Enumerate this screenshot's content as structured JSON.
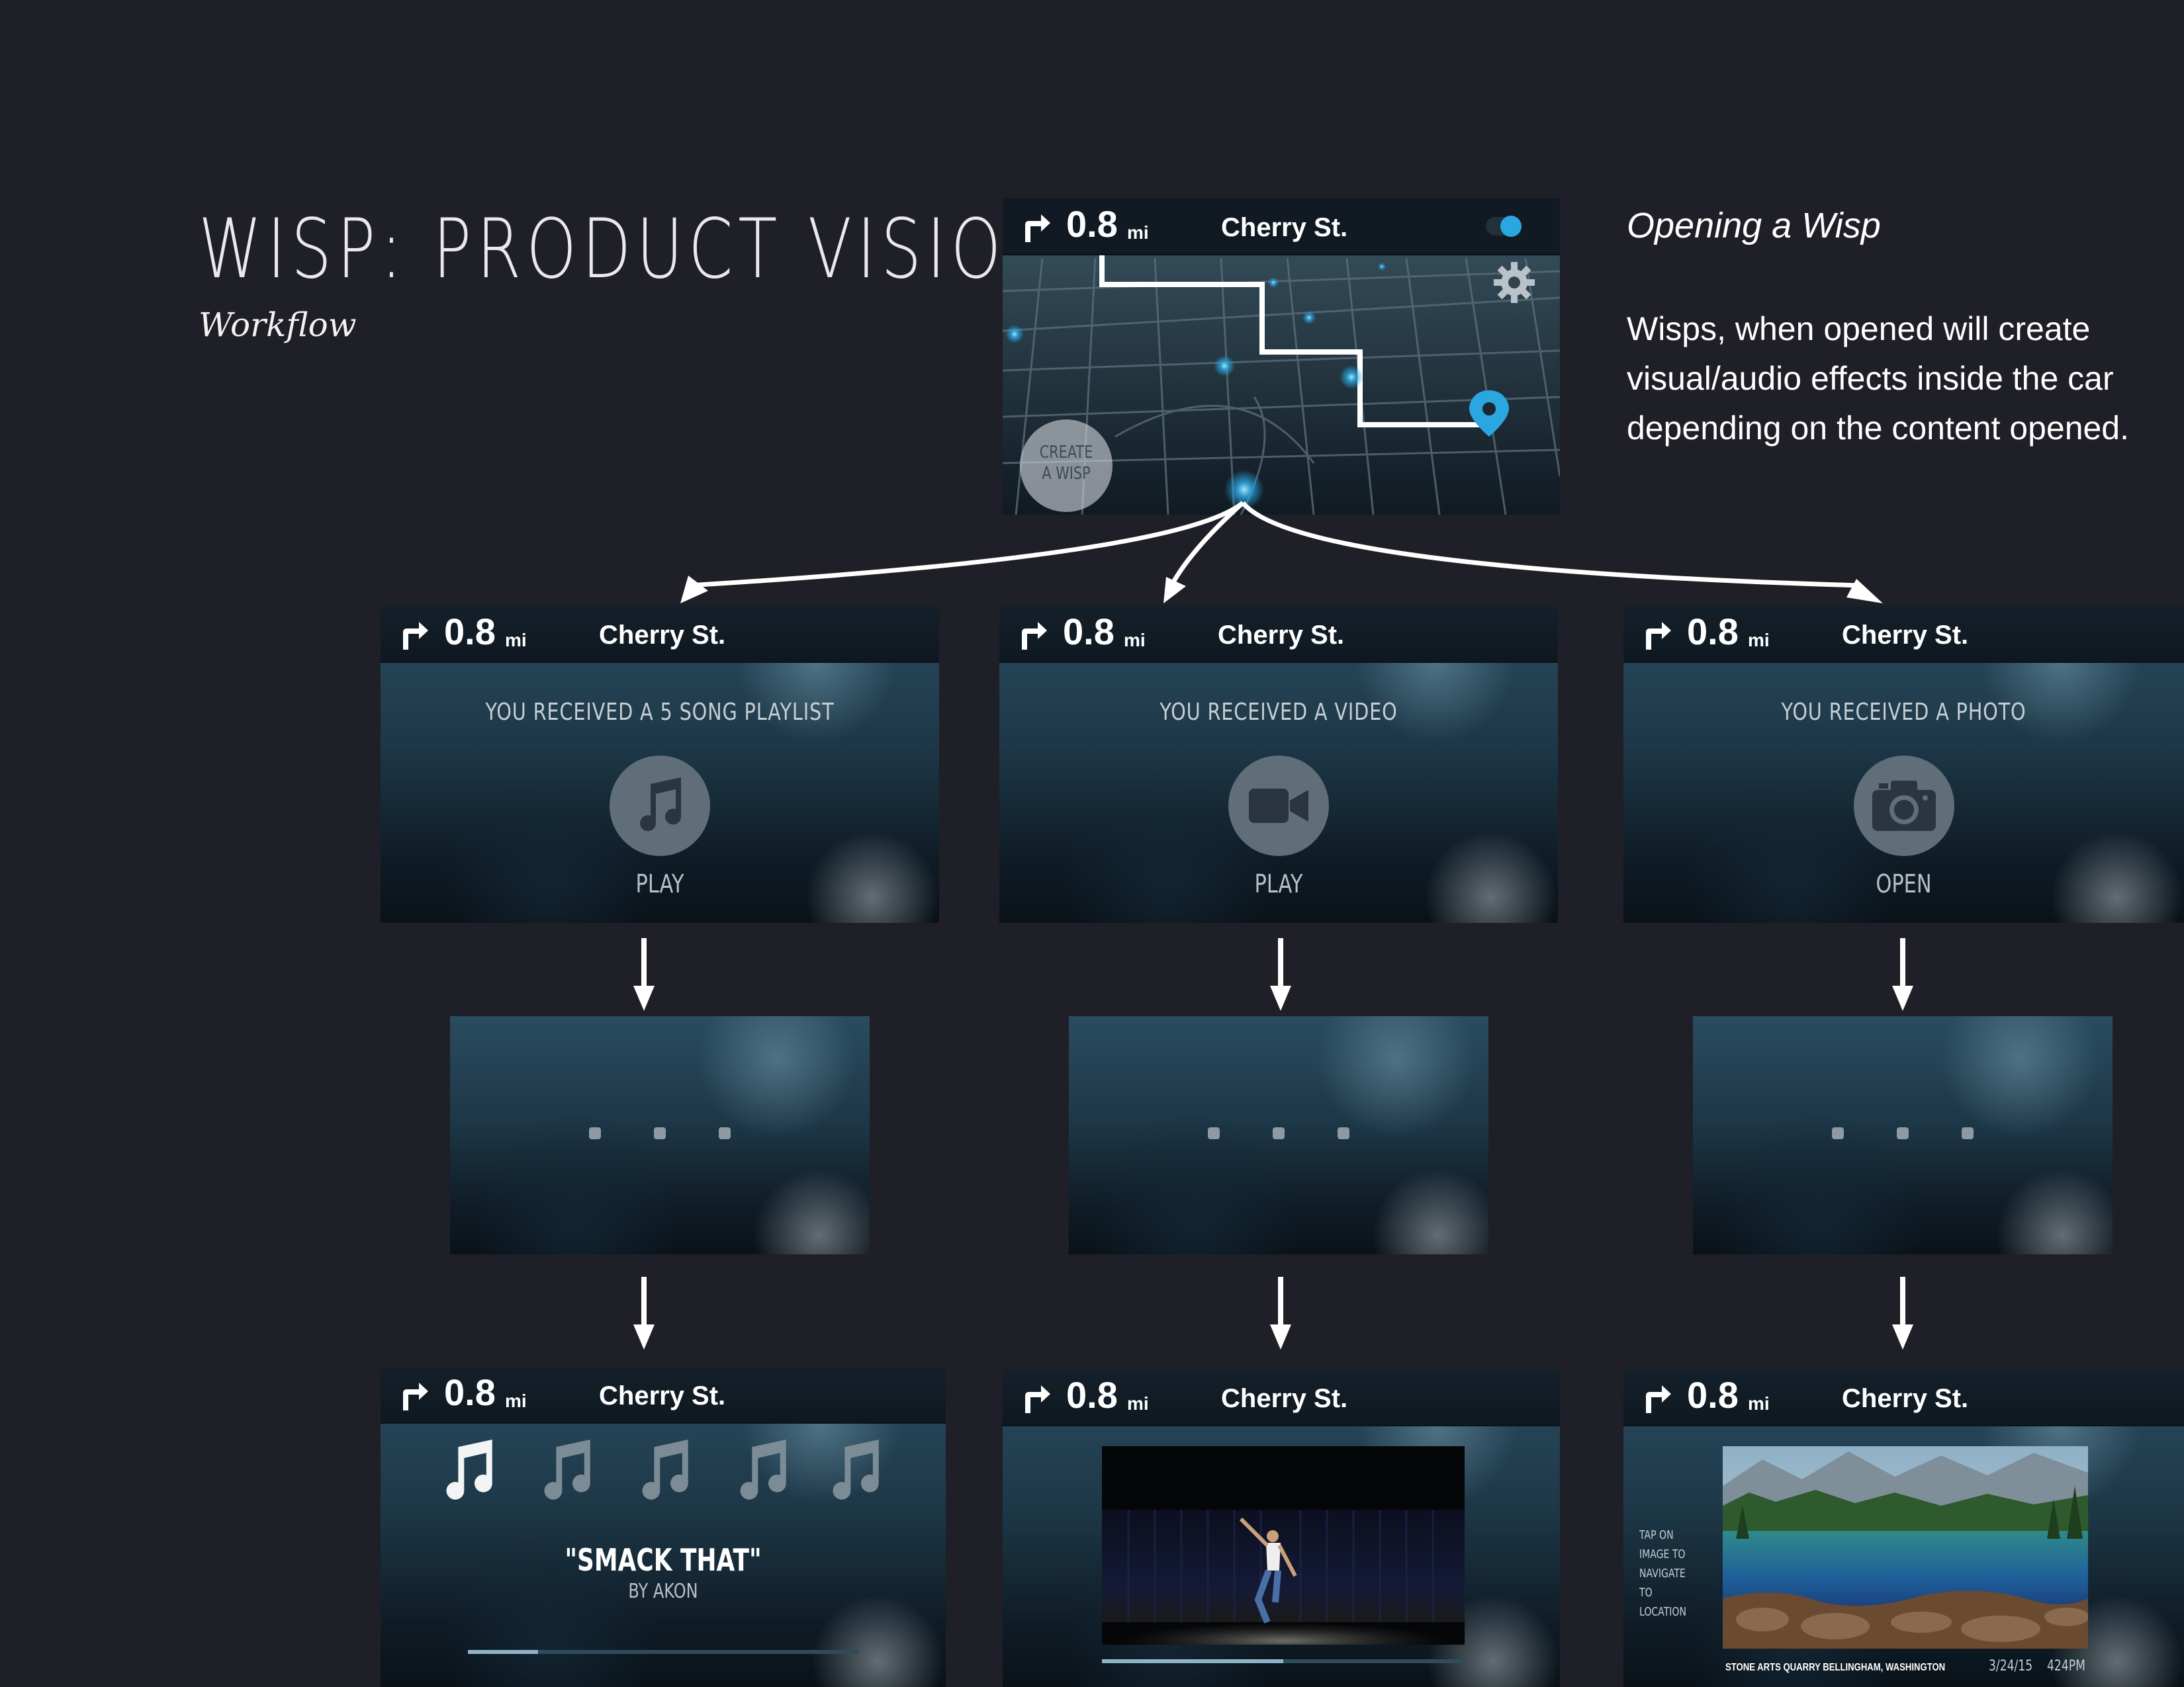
{
  "header": {
    "title": "WISP: PRODUCT VISION",
    "subtitle": "Workflow"
  },
  "description": {
    "title": "Opening a Wisp",
    "body": "Wisps, when opened will create visual/audio effects inside the car depending on the content opened."
  },
  "nav": {
    "distance": "0.8",
    "unit": "mi",
    "street": "Cherry St."
  },
  "map_screen": {
    "create_label_line1": "CREATE",
    "create_label_line2": "A WISP"
  },
  "received": [
    {
      "label": "YOU RECEIVED A 5 SONG PLAYLIST",
      "action": "PLAY",
      "icon": "music-note-icon"
    },
    {
      "label": "YOU RECEIVED A VIDEO",
      "action": "PLAY",
      "icon": "video-camera-icon"
    },
    {
      "label": "YOU RECEIVED A PHOTO",
      "action": "OPEN",
      "icon": "camera-icon"
    }
  ],
  "playlist": {
    "song": "\"SMACK THAT\"",
    "artist": "BY AKON",
    "progress": 0.18
  },
  "video": {
    "progress": 0.5
  },
  "photo": {
    "hint": "TAP ON IMAGE TO NAVIGATE TO LOCATION",
    "caption": "STONE ARTS QUARRY BELLINGHAM, WASHINGTON",
    "date": "3/24/15",
    "time": "424PM"
  },
  "colors": {
    "background": "#1f1f27",
    "accent": "#2aa6e0",
    "route": "#ffffff"
  }
}
